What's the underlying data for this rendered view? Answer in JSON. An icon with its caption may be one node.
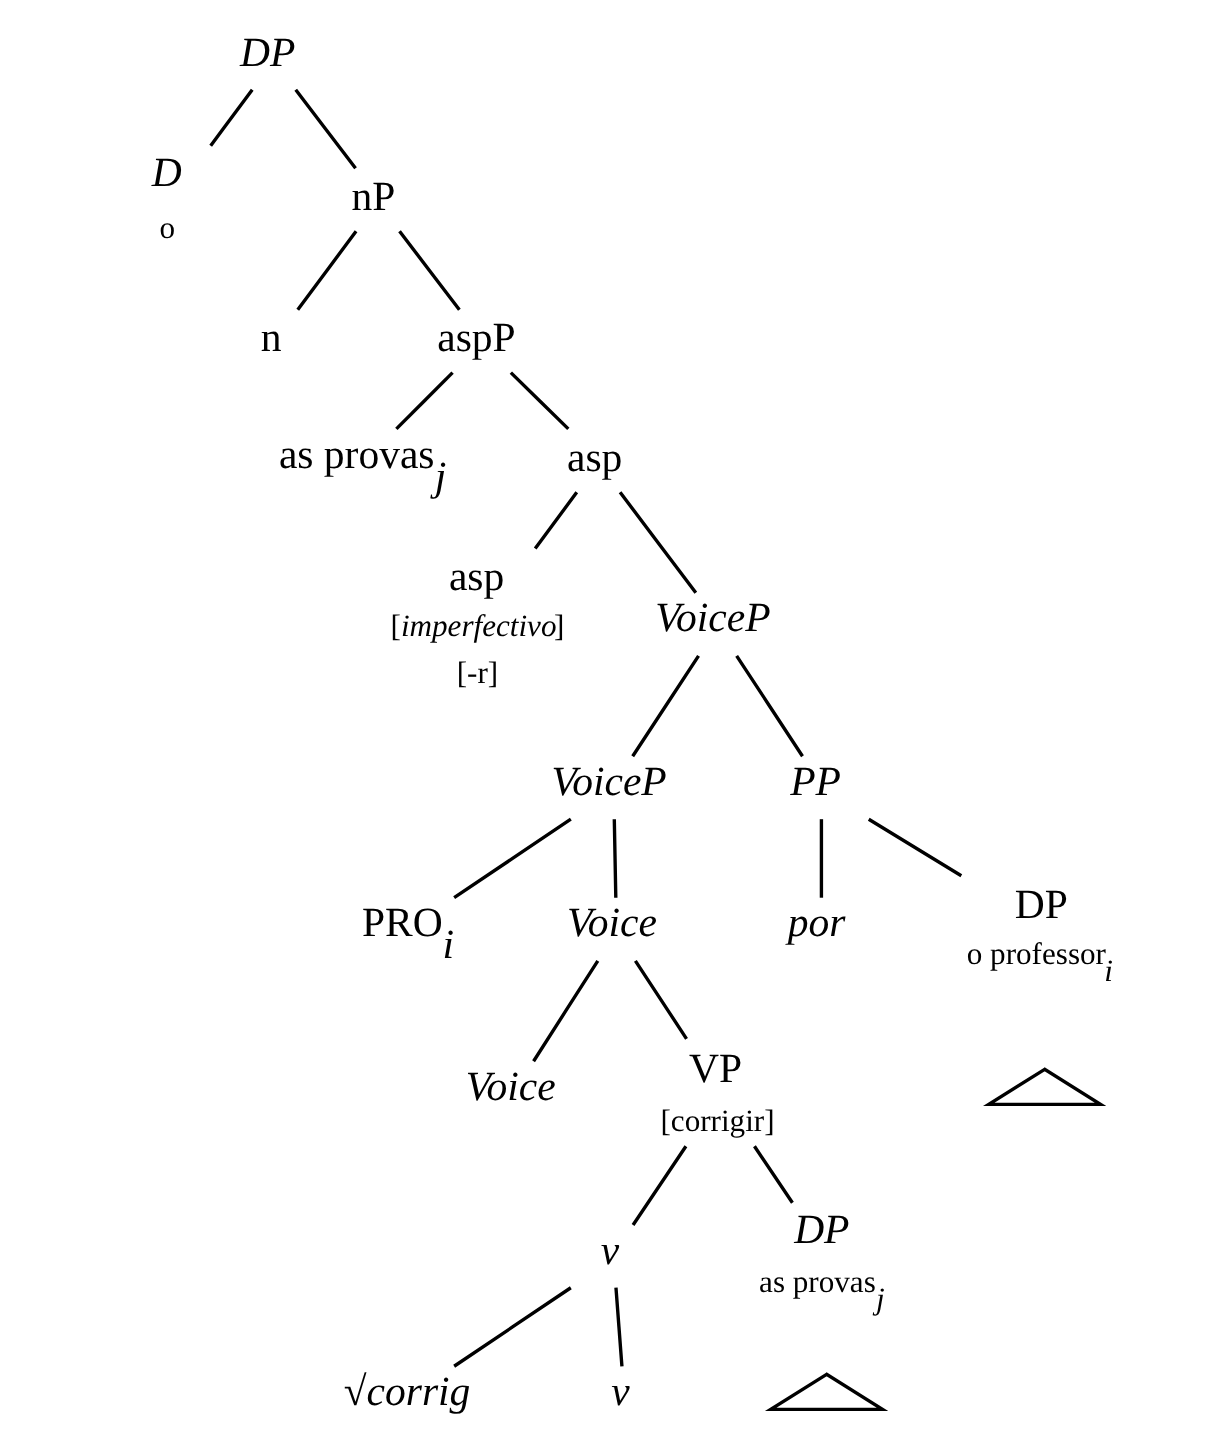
{
  "diagram": {
    "nodes": [
      {
        "text": [
          "DP"
        ]
      },
      {
        "text": [
          "D",
          "o"
        ]
      },
      {
        "text": [
          "nP"
        ]
      },
      {
        "text": [
          "n"
        ]
      },
      {
        "text": [
          "aspP"
        ]
      },
      {
        "text": [
          "as provas$_{j}$"
        ]
      },
      {
        "text": [
          "asp"
        ]
      },
      {
        "text": [
          "asp",
          "[*imperfectivo*]",
          "[-r]"
        ]
      },
      {
        "text": [
          "VoiceP"
        ]
      },
      {
        "text": [
          "VoiceP"
        ]
      },
      {
        "text": [
          "PP"
        ]
      },
      {
        "text": [
          "PRO$_{i}$"
        ]
      },
      {
        "text": [
          "Voice"
        ]
      },
      {
        "text": [
          "por"
        ]
      },
      {
        "text": [
          "DP",
          "o professor$_{i}$"
        ]
      },
      {
        "text": [
          "Voice"
        ]
      },
      {
        "text": [
          "VP",
          "[corrigir]"
        ]
      },
      {
        "text": [
          "v"
        ]
      },
      {
        "text": [
          "DP",
          "as provas$_{j}$"
        ]
      },
      {
        "text": [
          "√corrig"
        ]
      },
      {
        "text": [
          "v"
        ]
      },
      {
        "text": [],
        "shape": "triangle"
      },
      {
        "text": [],
        "shape": "triangle"
      }
    ],
    "edges": [
      {
        "from": 0,
        "to": 1,
        "arrow": "none"
      },
      {
        "from": 0,
        "to": 2,
        "arrow": "none"
      },
      {
        "from": 2,
        "to": 3,
        "arrow": "none"
      },
      {
        "from": 2,
        "to": 4,
        "arrow": "none"
      },
      {
        "from": 4,
        "to": 5,
        "arrow": "none"
      },
      {
        "from": 4,
        "to": 6,
        "arrow": "none"
      },
      {
        "from": 6,
        "to": 7,
        "arrow": "none"
      },
      {
        "from": 6,
        "to": 8,
        "arrow": "none"
      },
      {
        "from": 8,
        "to": 9,
        "arrow": "none"
      },
      {
        "from": 8,
        "to": 10,
        "arrow": "none"
      },
      {
        "from": 9,
        "to": 11,
        "arrow": "none"
      },
      {
        "from": 9,
        "to": 12,
        "arrow": "none"
      },
      {
        "from": 10,
        "to": 13,
        "arrow": "none"
      },
      {
        "from": 10,
        "to": 14,
        "arrow": "none"
      },
      {
        "from": 12,
        "to": 15,
        "arrow": "none"
      },
      {
        "from": 12,
        "to": 16,
        "arrow": "none"
      },
      {
        "from": 16,
        "to": 17,
        "arrow": "none"
      },
      {
        "from": 16,
        "to": 18,
        "arrow": "none"
      },
      {
        "from": 17,
        "to": 19,
        "arrow": "none"
      },
      {
        "from": 17,
        "to": 20,
        "arrow": "none"
      }
    ]
  }
}
